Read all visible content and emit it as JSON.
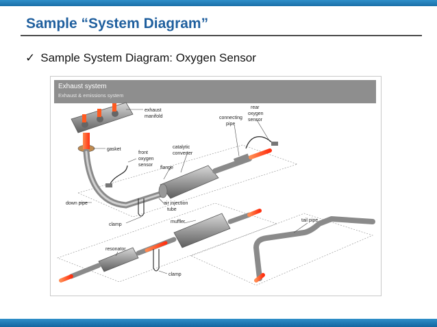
{
  "slide": {
    "title": "Sample “System Diagram”",
    "bullet_mark": "✓",
    "bullet_text": "Sample System Diagram: Oxygen Sensor"
  },
  "figure": {
    "title": "Exhaust system",
    "subtitle": "Exhaust & emissions system",
    "labels": {
      "exhaust_manifold": [
        "exhaust",
        "manifold"
      ],
      "gasket": [
        "gasket"
      ],
      "front_oxygen_sensor": [
        "front",
        "oxygen",
        "sensor"
      ],
      "catalytic_converter": [
        "catalytic",
        "converter"
      ],
      "flange": [
        "flange"
      ],
      "connecting_pipe": [
        "connecting",
        "pipe"
      ],
      "rear_oxygen_sensor": [
        "rear",
        "oxygen",
        "sensor"
      ],
      "down_pipe": [
        "down pipe"
      ],
      "air_injection_tube": [
        "air injection",
        "tube"
      ],
      "clamp_upper": [
        "clamp"
      ],
      "muffler": [
        "muffler"
      ],
      "tail_pipe": [
        "tail pipe"
      ],
      "resonator": [
        "resonator"
      ],
      "clamp_lower": [
        "clamp"
      ]
    }
  },
  "colors": {
    "accent": "#1f5f9e",
    "bar": "#1b6fa8",
    "pipe": "#8a8a8a",
    "flow": "#ff4a1a"
  }
}
